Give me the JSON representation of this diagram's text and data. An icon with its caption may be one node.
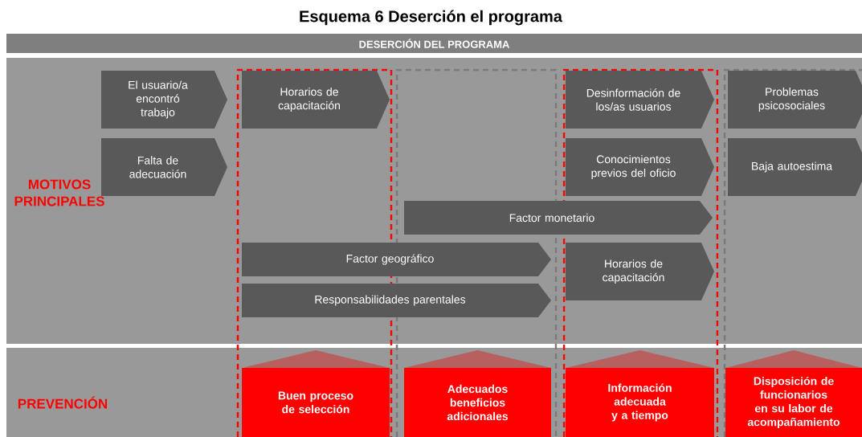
{
  "diagram": {
    "title": "Esquema 6 Deserción el programa",
    "nodes": [
      {
        "text": [
          "DESERCIÓN DEL PROGRAMA"
        ]
      },
      {
        "text": [
          "MOTIVOS PRINCIPALES"
        ]
      },
      {
        "text": [
          "PREVENCIÓN"
        ]
      },
      {
        "text": [
          "El usuario/a encontró trabajo"
        ],
        "in": 1
      },
      {
        "text": [
          "Falta de adecuación"
        ],
        "in": 1
      },
      {
        "text": [
          "Horarios de capacitación"
        ],
        "in": 1
      },
      {
        "text": [
          "Desinformación de los/as usuarios"
        ],
        "in": 1
      },
      {
        "text": [
          "Conocimientos previos del oficio"
        ],
        "in": 1
      },
      {
        "text": [
          "Problemas psicosociales"
        ],
        "in": 1
      },
      {
        "text": [
          "Baja autoestima"
        ],
        "in": 1
      },
      {
        "text": [
          "Factor monetario"
        ],
        "in": 1
      },
      {
        "text": [
          "Factor geográfico"
        ],
        "in": 1
      },
      {
        "text": [
          "Responsabilidades parentales"
        ],
        "in": 1
      },
      {
        "text": [
          "Horarios de capacitación"
        ],
        "in": 1
      },
      {
        "text": [
          "Buen proceso de selección"
        ],
        "in": 2
      },
      {
        "text": [
          "Adecuados beneficios adicionales"
        ],
        "in": 2
      },
      {
        "text": [
          "Información adecuada y a tiempo"
        ],
        "in": 2
      },
      {
        "text": [
          "Disposición de funcionarios en su labor de acompañamiento"
        ],
        "in": 2
      }
    ]
  }
}
